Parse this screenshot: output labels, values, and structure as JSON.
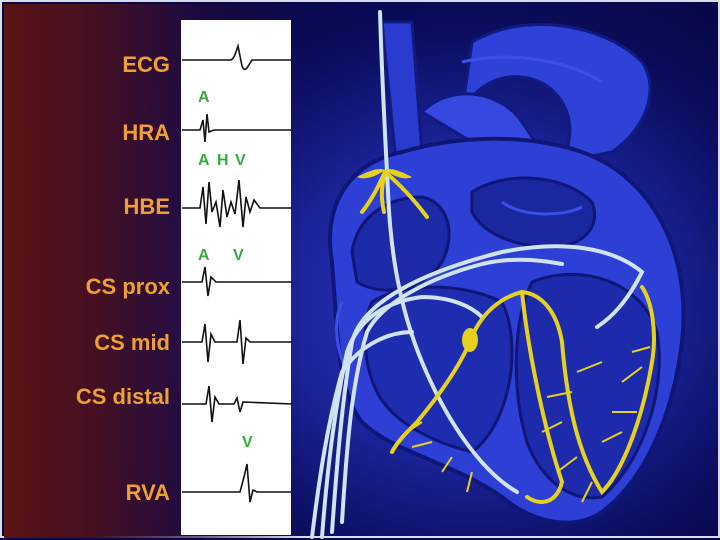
{
  "leads": [
    {
      "id": "ecg",
      "label": "ECG"
    },
    {
      "id": "hra",
      "label": "HRA"
    },
    {
      "id": "hbe",
      "label": "HBE"
    },
    {
      "id": "cs_prox",
      "label": "CS prox"
    },
    {
      "id": "cs_mid",
      "label": "CS mid"
    },
    {
      "id": "cs_distal",
      "label": "CS distal"
    },
    {
      "id": "rva",
      "label": "RVA"
    }
  ],
  "markers": {
    "hra_a": "A",
    "hbe_a": "A",
    "hbe_h": "H",
    "hbe_v": "V",
    "cs_a": "A",
    "cs_v": "V",
    "rva_v": "V"
  },
  "colors": {
    "lead_label": "#f0a030",
    "marker": "#3aa83a",
    "conduction": "#e6d21e",
    "catheter": "#cfe3f0",
    "heart": "#2a3bd6"
  }
}
